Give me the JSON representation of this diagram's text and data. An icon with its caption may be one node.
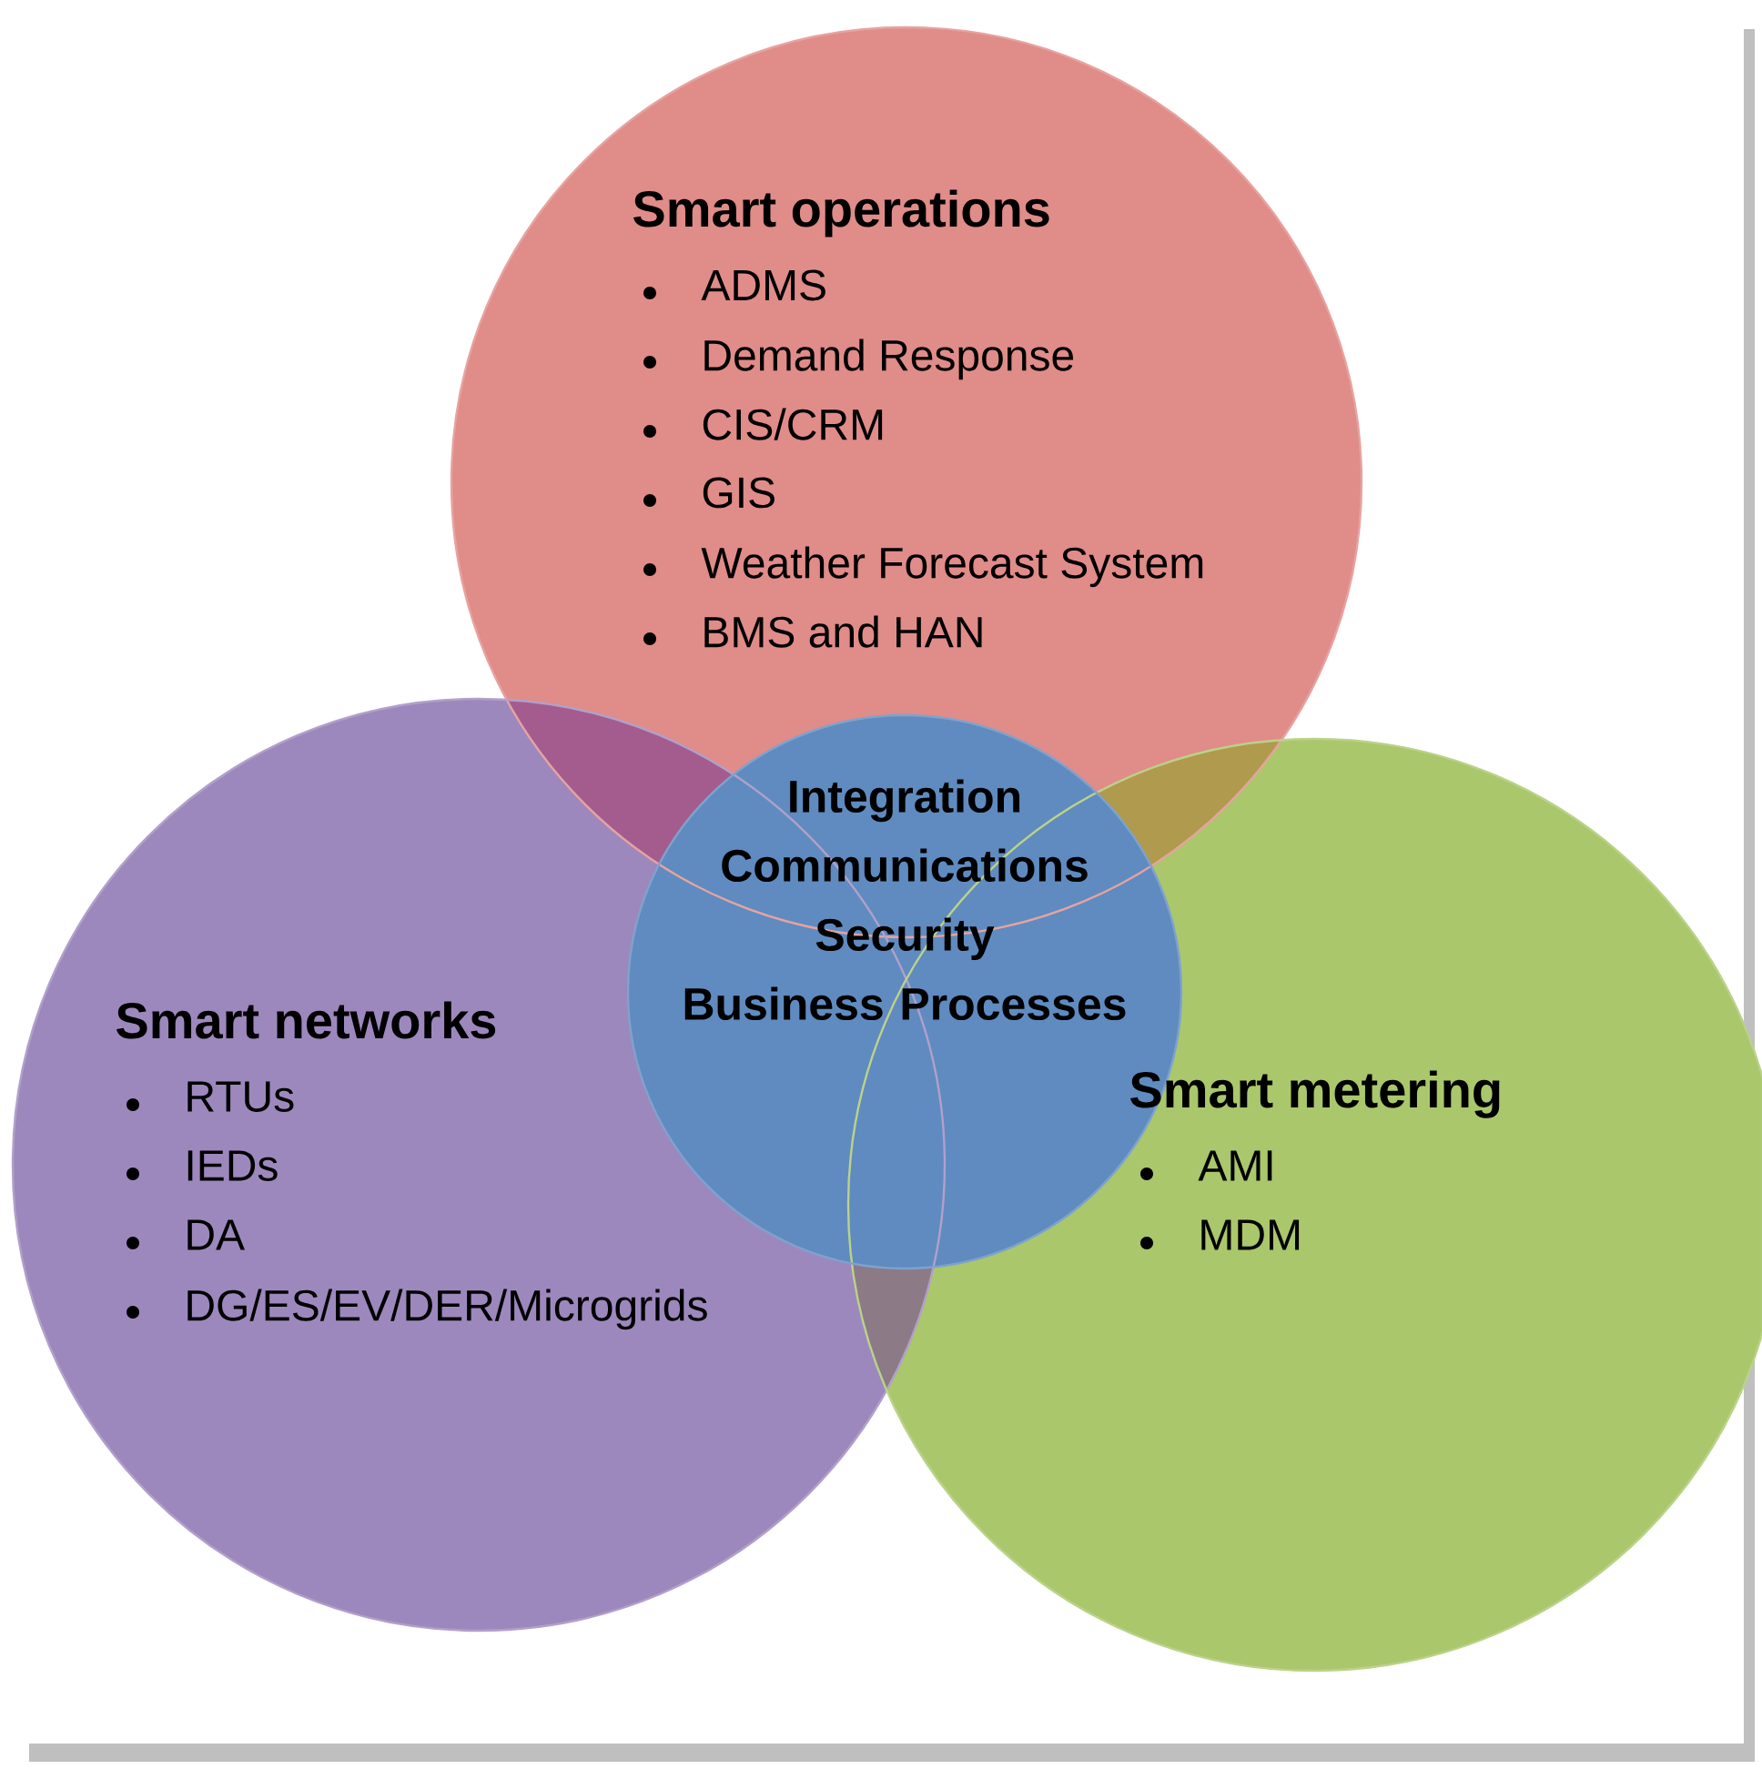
{
  "diagram": {
    "nodes": [
      {
        "text": [
          "Smart operations",
          "ADMS",
          "Demand Response",
          "CIS/CRM",
          "GIS",
          "Weather Forecast System",
          "BMS and HAN"
        ]
      },
      {
        "text": [
          "Smart networks",
          "RTUs",
          "IEDs",
          "DA",
          "DG/ES/EV/DER/Microgrids"
        ]
      },
      {
        "text": [
          "Smart metering",
          "AMI",
          "MDM"
        ]
      },
      {
        "text": [
          "Integration",
          "Communications",
          "Security",
          "Business Processes"
        ]
      }
    ]
  }
}
